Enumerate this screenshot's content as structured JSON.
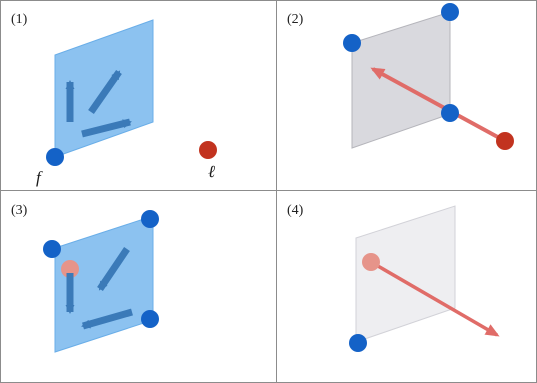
{
  "panels": [
    {
      "label": "(1)"
    },
    {
      "label": "(2)"
    },
    {
      "label": "(3)"
    },
    {
      "label": "(4)"
    }
  ],
  "points": {
    "f": "f",
    "ell": "ℓ"
  },
  "colors": {
    "grid": "#8c8c8c",
    "plane_blue_fill": "#8cc2f0",
    "plane_blue_stroke": "#6aaee8",
    "plane_gray_fill": "#d9d9de",
    "plane_gray_stroke": "#b5b5bb",
    "plane_faint_fill": "#eeeef1",
    "plane_faint_stroke": "#d2d2d8",
    "vector_arrow": "#3b7ab8",
    "vertex_blue": "#1462c7",
    "red_point": "#c2331f",
    "red_arrow": "#e06c68",
    "faded_point": "#e6948a"
  }
}
